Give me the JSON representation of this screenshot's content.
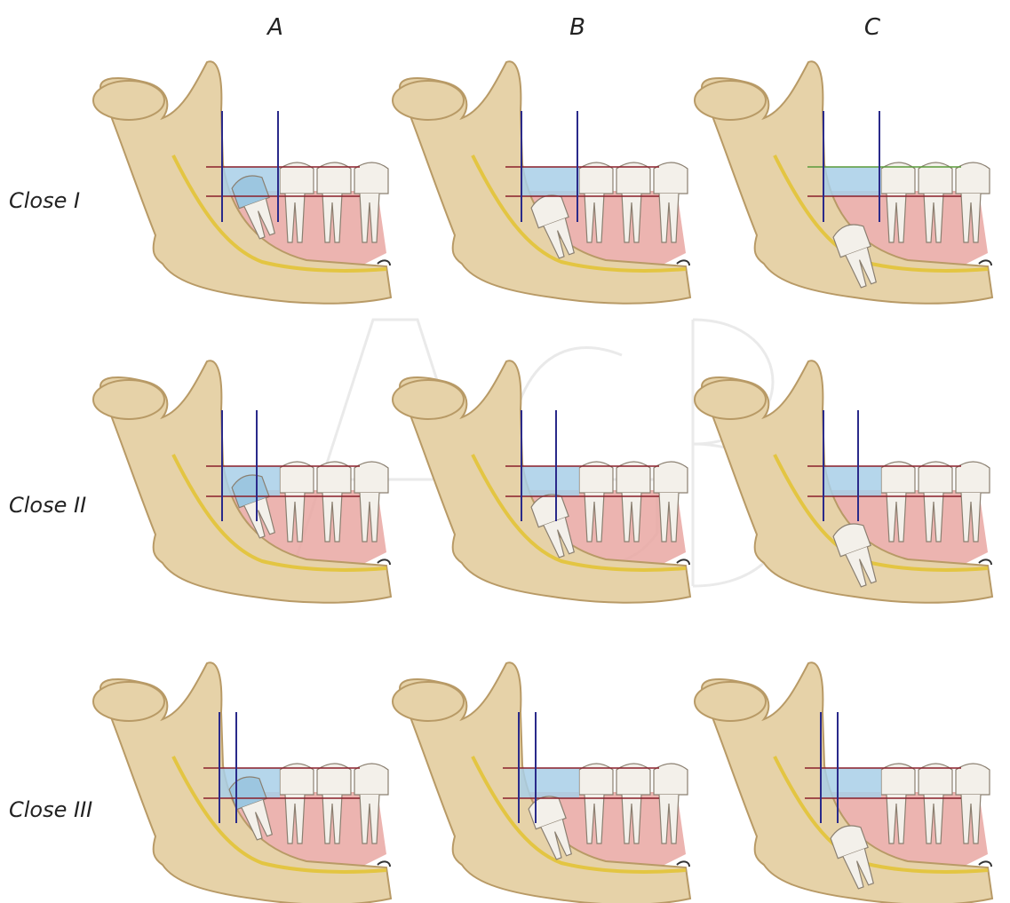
{
  "columns": [
    {
      "label": "A"
    },
    {
      "label": "B"
    },
    {
      "label": "C"
    }
  ],
  "rows": [
    {
      "label": "Close I"
    },
    {
      "label": "Close II"
    },
    {
      "label": "Close III"
    }
  ],
  "watermark": {
    "text": "AGB"
  },
  "colors": {
    "bone": "#e6d2a8",
    "bone_shadow": "#b89a66",
    "gum": "#e9a7a2",
    "tooth": "#f3f0ea",
    "tooth_outline": "#8a7f70",
    "nerve": "#e3c542",
    "ramus_box": "#a8cfe8",
    "impacted_tooth_highlight": "#9cc6e0",
    "vertical_line": "#2a2a8a",
    "horizontal_line": "#8a1f2a",
    "horizontal_line_alt": "#5a9a3a"
  },
  "panels": [
    {
      "row": 0,
      "col": 0,
      "class": "I",
      "position": "A",
      "tooth_tilt_deg": -20
    },
    {
      "row": 0,
      "col": 1,
      "class": "I",
      "position": "B",
      "tooth_tilt_deg": -20
    },
    {
      "row": 0,
      "col": 2,
      "class": "I",
      "position": "C",
      "tooth_tilt_deg": -20
    },
    {
      "row": 1,
      "col": 0,
      "class": "II",
      "position": "A",
      "tooth_tilt_deg": -20
    },
    {
      "row": 1,
      "col": 1,
      "class": "II",
      "position": "B",
      "tooth_tilt_deg": -20
    },
    {
      "row": 1,
      "col": 2,
      "class": "II",
      "position": "C",
      "tooth_tilt_deg": -20
    },
    {
      "row": 2,
      "col": 0,
      "class": "III",
      "position": "A",
      "tooth_tilt_deg": -20
    },
    {
      "row": 2,
      "col": 1,
      "class": "III",
      "position": "B",
      "tooth_tilt_deg": -20
    },
    {
      "row": 2,
      "col": 2,
      "class": "III",
      "position": "C",
      "tooth_tilt_deg": -20
    }
  ]
}
